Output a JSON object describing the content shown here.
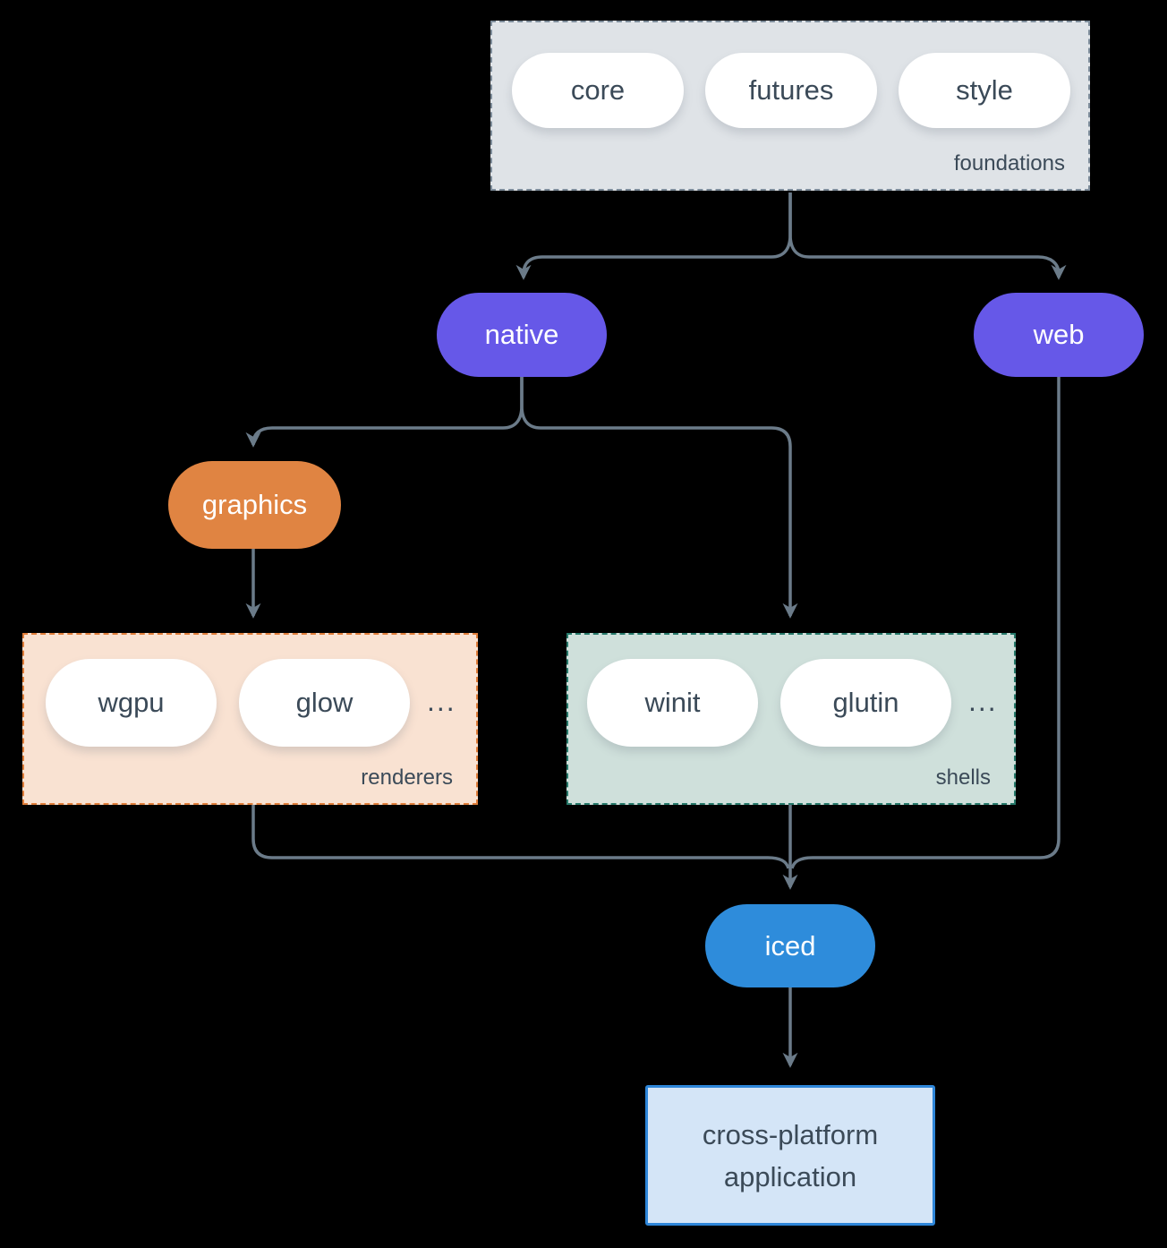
{
  "colors": {
    "background": "#000000",
    "arrow": "#6b7b89",
    "purple_node": "#6658e8",
    "orange_node": "#e08442",
    "blue_node": "#2e8cdb",
    "foundations_fill": "#dfe3e7",
    "foundations_border": "#7e8d9b",
    "renderers_fill": "#f9e2d2",
    "renderers_border": "#e07e3a",
    "shells_fill": "#cfe0db",
    "shells_border": "#26796a",
    "application_fill": "#d4e5f7",
    "application_border": "#2e86d9",
    "dark_text": "#3b4a58",
    "white_text": "#ffffff",
    "pill_fill": "#ffffff"
  },
  "groups": {
    "foundations": {
      "label": "foundations",
      "pills": [
        "core",
        "futures",
        "style"
      ]
    },
    "renderers": {
      "label": "renderers",
      "pills": [
        "wgpu",
        "glow"
      ],
      "ellipsis": "..."
    },
    "shells": {
      "label": "shells",
      "pills": [
        "winit",
        "glutin"
      ],
      "ellipsis": "..."
    }
  },
  "nodes": {
    "native": "native",
    "web": "web",
    "graphics": "graphics",
    "iced": "iced",
    "application": {
      "line1": "cross-platform",
      "line2": "application"
    }
  },
  "edges": [
    {
      "from": "foundations",
      "to": "native"
    },
    {
      "from": "foundations",
      "to": "web"
    },
    {
      "from": "native",
      "to": "graphics"
    },
    {
      "from": "native",
      "to": "shells"
    },
    {
      "from": "graphics",
      "to": "renderers"
    },
    {
      "from": "renderers",
      "to": "iced"
    },
    {
      "from": "shells",
      "to": "iced"
    },
    {
      "from": "web",
      "to": "iced"
    },
    {
      "from": "iced",
      "to": "application"
    }
  ]
}
